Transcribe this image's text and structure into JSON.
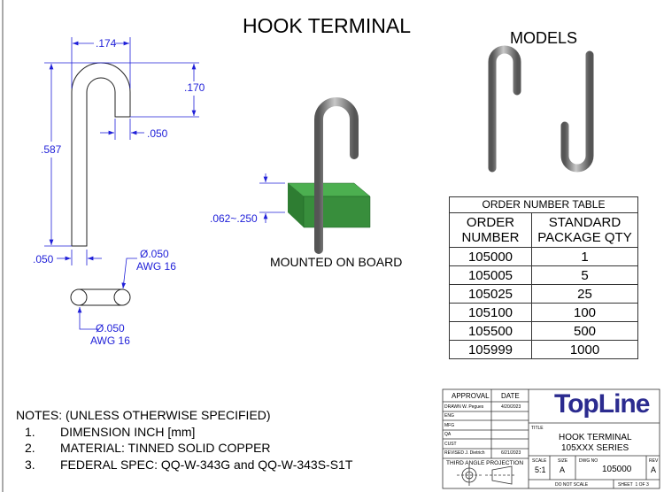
{
  "title": "HOOK TERMINAL",
  "models_label": "MODELS",
  "mounted_label": "MOUNTED ON BOARD",
  "dimensions": {
    "width": ".174",
    "hook_height": ".170",
    "gap": ".050",
    "total_length": ".587",
    "wire_dia": ".050",
    "board_thickness": ".062~.250",
    "section_dia_1": "Ø.050",
    "section_awg_1": "AWG 16",
    "section_dia_2": "Ø.050",
    "section_awg_2": "AWG 16"
  },
  "order_table": {
    "title": "ORDER NUMBER TABLE",
    "headers": [
      "ORDER NUMBER",
      "STANDARD PACKAGE QTY"
    ],
    "rows": [
      [
        "105000",
        "1"
      ],
      [
        "105005",
        "5"
      ],
      [
        "105025",
        "25"
      ],
      [
        "105100",
        "100"
      ],
      [
        "105500",
        "500"
      ],
      [
        "105999",
        "1000"
      ]
    ]
  },
  "notes": {
    "heading": "NOTES: (UNLESS OTHERWISE SPECIFIED)",
    "items": [
      {
        "num": "1.",
        "text": "DIMENSION INCH [mm]"
      },
      {
        "num": "2.",
        "text": "MATERIAL: TINNED SOLID COPPER"
      },
      {
        "num": "3.",
        "text": "FEDERAL SPEC: QQ-W-343G and QQ-W-343S-S1T"
      }
    ]
  },
  "title_block": {
    "approval": "APPROVAL",
    "date": "DATE",
    "rows": [
      {
        "role": "DRAWN",
        "name": "W. Pegues",
        "date": "4/20/2023"
      },
      {
        "role": "ENG",
        "name": "",
        "date": ""
      },
      {
        "role": "MFG",
        "name": "",
        "date": ""
      },
      {
        "role": "QA",
        "name": "",
        "date": ""
      },
      {
        "role": "CUST",
        "name": "",
        "date": ""
      },
      {
        "role": "REVISED",
        "name": "J. Dietrich",
        "date": "6/21/2023"
      }
    ],
    "projection": "THIRD ANGLE PROJECTION",
    "logo": "TopLine",
    "title_label": "TITLE",
    "title_line1": "HOOK TERMINAL",
    "title_line2": "105XXX SERIES",
    "scale_label": "SCALE",
    "scale": "5:1",
    "size_label": "SIZE",
    "size": "A",
    "dwg_label": "DWG NO",
    "dwg": "105000",
    "rev_label": "REV",
    "rev": "A",
    "do_not_scale": "DO NOT SCALE",
    "sheet_label": "SHEET",
    "sheet": "1 OF 3"
  },
  "colors": {
    "dimension": "#1f1fd8",
    "board": "#2e8b2e",
    "logo": "#2b2b8f"
  }
}
